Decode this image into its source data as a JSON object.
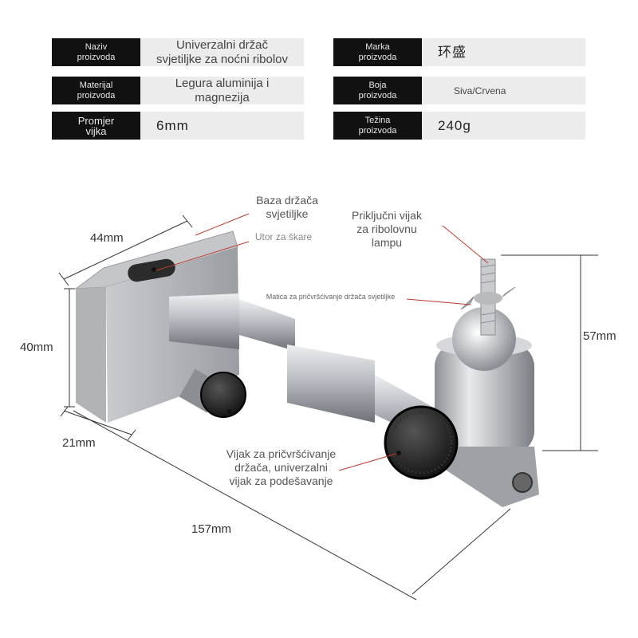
{
  "specs": {
    "naziv_label": "Naziv\nproizvoda",
    "naziv_value": "Univerzalni držač\nsvjetiljke za noćni ribolov",
    "marka_label": "Marka\nproizvoda",
    "marka_value": "环盛",
    "materijal_label": "Materijal\nproizvoda",
    "materijal_value": "Legura aluminija i\nmagnezija",
    "boja_label": "Boja\nproizvoda",
    "boja_value": "Siva/Crvena",
    "promjer_label": "Promjer\nvijka",
    "promjer_value": "6mm",
    "tezina_label": "Težina\nproizvoda",
    "tezina_value": "240g"
  },
  "dimensions": {
    "width": "44mm",
    "height": "40mm",
    "depth": "21mm",
    "length": "157mm",
    "top_height": "57mm"
  },
  "annotations": {
    "baza": "Baza držača\nsvjetiljke",
    "utor": "Utor za škare",
    "prikljucni": "Priključni vijak\nza ribolovnu\nlampu",
    "matica": "Matica za pričvršćivanje držača svjetiljke",
    "vijak": "Vijak za pričvršćivanje\ndržača, univerzalni\nvijak za podešavanje"
  },
  "colors": {
    "label_bg": "#111111",
    "value_bg": "#ececec",
    "arrow_red": "#c0392b",
    "metal": "#b9bcc2"
  }
}
